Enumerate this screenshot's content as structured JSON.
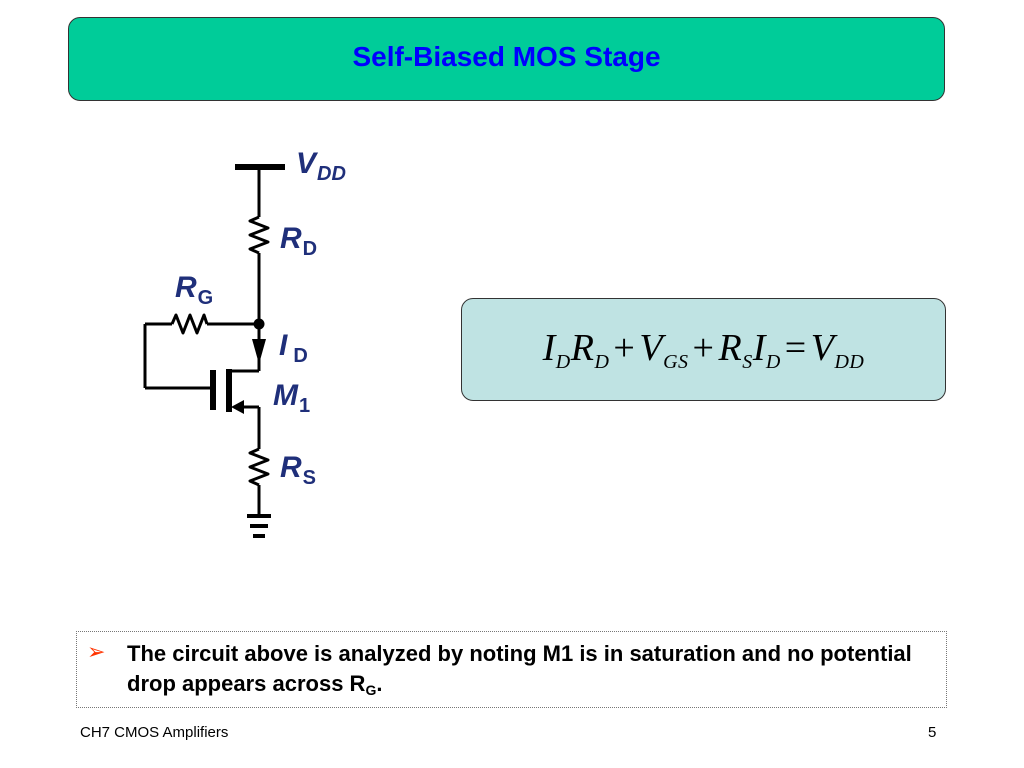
{
  "title": "Self-Biased MOS Stage",
  "circuit": {
    "labels": {
      "vdd": {
        "main": "V",
        "sub": "DD"
      },
      "rd": {
        "main": "R",
        "sub": "D"
      },
      "rg": {
        "main": "R",
        "sub": "G"
      },
      "id": {
        "main": "I",
        "sub": "D"
      },
      "m1": {
        "main": "M",
        "sub": "1"
      },
      "rs": {
        "main": "R",
        "sub": "S"
      }
    },
    "colors": {
      "wire": "#000000",
      "label": "#1f2f7a"
    }
  },
  "equation": {
    "terms": [
      {
        "sym": "I",
        "sub": "D"
      },
      {
        "sym": "R",
        "sub": "D"
      },
      {
        "op": "+"
      },
      {
        "sym": "V",
        "sub": "GS"
      },
      {
        "op": "+"
      },
      {
        "sym": "R",
        "sub": "S"
      },
      {
        "sym": "I",
        "sub": "D"
      },
      {
        "op": "="
      },
      {
        "sym": "V",
        "sub": "DD"
      }
    ]
  },
  "bullet": {
    "text_line": "The circuit above is analyzed by noting M1 is in saturation and no potential drop appears across R",
    "sub": "G",
    "tail": "."
  },
  "footer": {
    "left": "CH7 CMOS Amplifiers",
    "page": "5"
  },
  "colors": {
    "title_bg": "#00cc99",
    "title_text": "#0000ff",
    "equation_bg": "#bfe3e3",
    "bullet_arrow": "#ff3300"
  }
}
